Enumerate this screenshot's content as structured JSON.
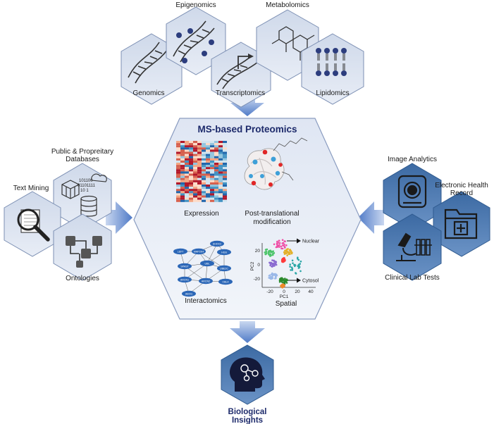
{
  "top": {
    "genomics": "Genomics",
    "epigenomics": "Epigenomics",
    "transcriptomics": "Transcriptomics",
    "metabolomics": "Metabolomics",
    "lipidomics": "Lipidomics"
  },
  "center": {
    "title": "MS-based Proteomics",
    "expression": "Expression",
    "ptm_line1": "Post-translational",
    "ptm_line2": "modification",
    "interactomics": "Interactomics",
    "spatial": "Spatial",
    "scatter": {
      "nuclear": "Nuclear",
      "cytosol": "Cytosol",
      "xlabel": "PC1",
      "ylabel": "PC2",
      "x_ticks": [
        "-20",
        "0",
        "20",
        "40"
      ],
      "y_ticks": [
        "20",
        "0",
        "-20"
      ]
    },
    "network_nodes": [
      "SHOC2",
      "LEF7",
      "MAP2K4",
      "HGS",
      "SPAST",
      "UBL",
      "UBE2C",
      "ARCN1",
      "ARCN2",
      "CBL4",
      "ABCG"
    ]
  },
  "left": {
    "databases_line1": "Public & Propreitary",
    "databases_line2": "Databases",
    "text_mining": "Text Mining",
    "ontologies": "Ontologies",
    "binary_rows": [
      "101100",
      "01101111",
      "10 1"
    ]
  },
  "right": {
    "image_analytics": "Image Analytics",
    "ehr_line1": "Electronic Health",
    "ehr_line2": "Record",
    "clinical": "Clinical Lab Tests"
  },
  "bottom": {
    "line1": "Biological",
    "line2": "Insights"
  },
  "colors": {
    "hex_light_fill": "#dde4f0",
    "hex_light_stroke": "#7c8fb3",
    "hex_dark_fill": "#4b76ab",
    "arrow": "#6a8fd0",
    "title": "#1d2a6b"
  }
}
